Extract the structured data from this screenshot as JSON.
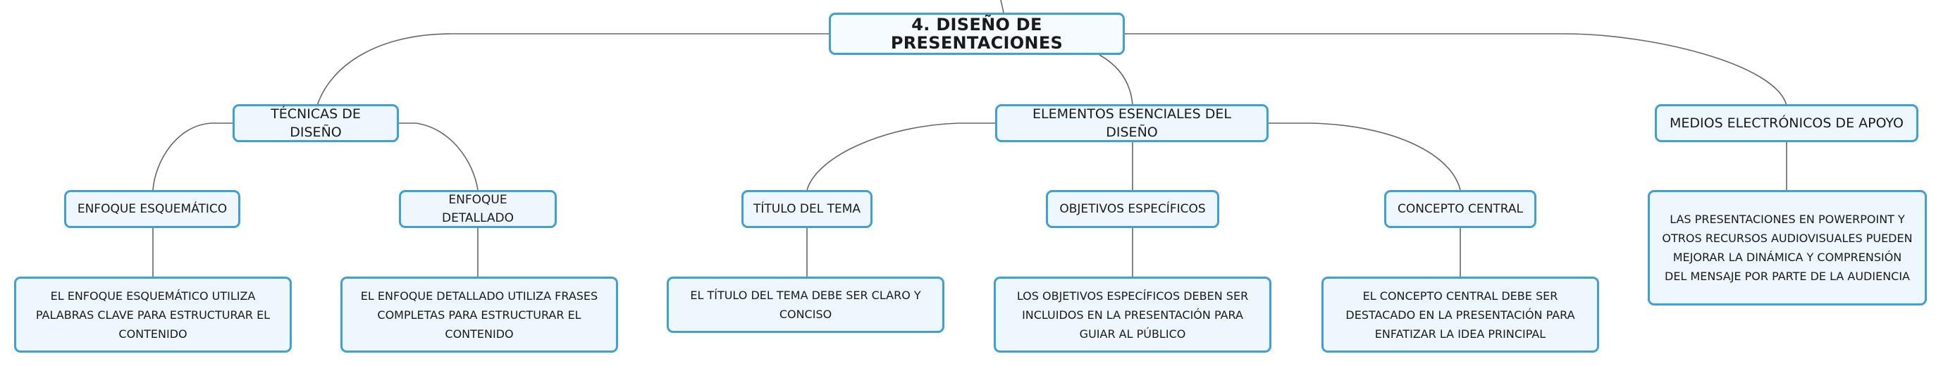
{
  "root": {
    "label": "4. DISEÑO DE PRESENTACIONES"
  },
  "branches": [
    {
      "label": "TÉCNICAS DE DISEÑO",
      "children": [
        {
          "label": "ENFOQUE ESQUEMÁTICO",
          "description": "EL ENFOQUE ESQUEMÁTICO UTILIZA PALABRAS CLAVE PARA ESTRUCTURAR EL CONTENIDO"
        },
        {
          "label": "ENFOQUE DETALLADO",
          "description": "EL ENFOQUE DETALLADO UTILIZA FRASES COMPLETAS PARA ESTRUCTURAR EL CONTENIDO"
        }
      ]
    },
    {
      "label": "ELEMENTOS ESENCIALES DEL DISEÑO",
      "children": [
        {
          "label": "TÍTULO DEL TEMA",
          "description": "EL TÍTULO DEL TEMA DEBE SER CLARO Y CONCISO"
        },
        {
          "label": "OBJETIVOS ESPECÍFICOS",
          "description": "LOS OBJETIVOS ESPECÍFICOS DEBEN SER INCLUIDOS EN LA PRESENTACIÓN PARA GUIAR AL PÚBLICO"
        },
        {
          "label": "CONCEPTO CENTRAL",
          "description": "EL CONCEPTO CENTRAL DEBE SER DESTACADO EN LA PRESENTACIÓN PARA ENFATIZAR LA IDEA PRINCIPAL"
        }
      ]
    },
    {
      "label": "MEDIOS ELECTRÓNICOS DE APOYO",
      "description": "LAS PRESENTACIONES EN POWERPOINT Y OTROS RECURSOS AUDIOVISUALES PUEDEN MEJORAR LA DINÁMICA Y COMPRENSIÓN DEL MENSAJE POR PARTE DE LA AUDIENCIA"
    }
  ]
}
